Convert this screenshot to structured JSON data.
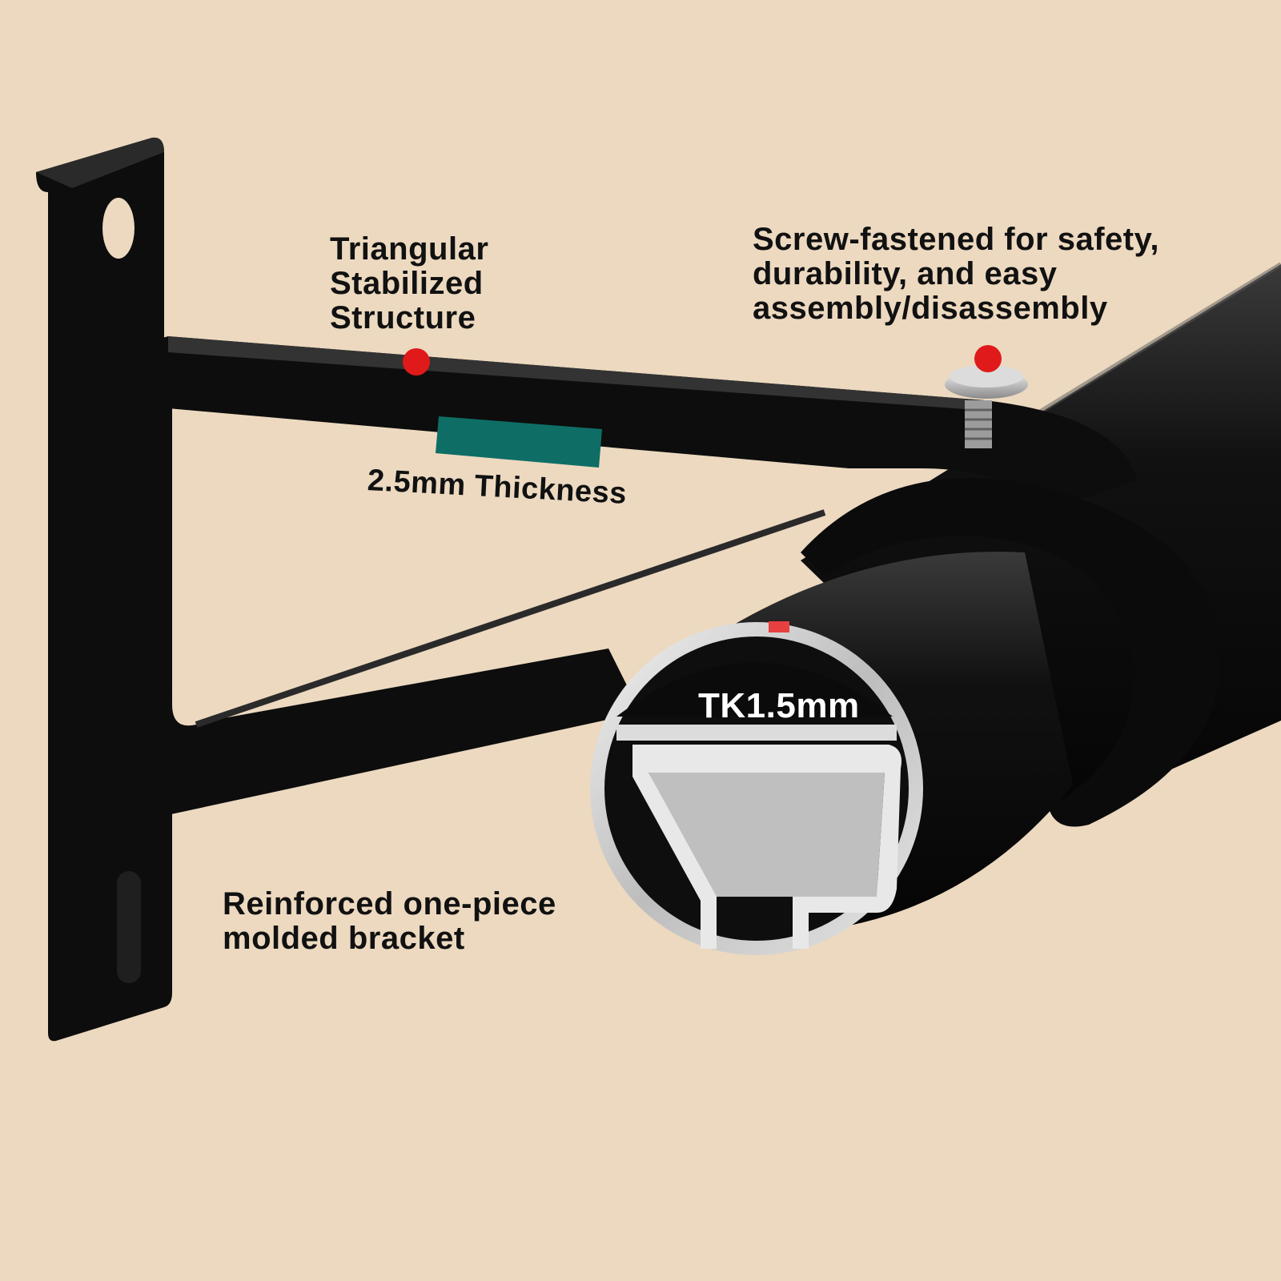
{
  "background_color": "#ecd9c0",
  "bracket_color": "#0d0d0d",
  "rod_color": "#151515",
  "accent_marker_color": "#e01a1a",
  "thickness_band_color": "#0e6e66",
  "labels": {
    "triangular": [
      "Triangular",
      "Stabilized",
      "Structure"
    ],
    "screw": [
      "Screw-fastened for safety,",
      "durability, and easy",
      "assembly/disassembly"
    ],
    "thickness": "2.5mm Thickness",
    "tk": "TK1.5mm",
    "reinforced": [
      "Reinforced one-piece",
      "molded bracket"
    ]
  },
  "icons": [
    "screw-icon",
    "mounting-hole-icon"
  ]
}
